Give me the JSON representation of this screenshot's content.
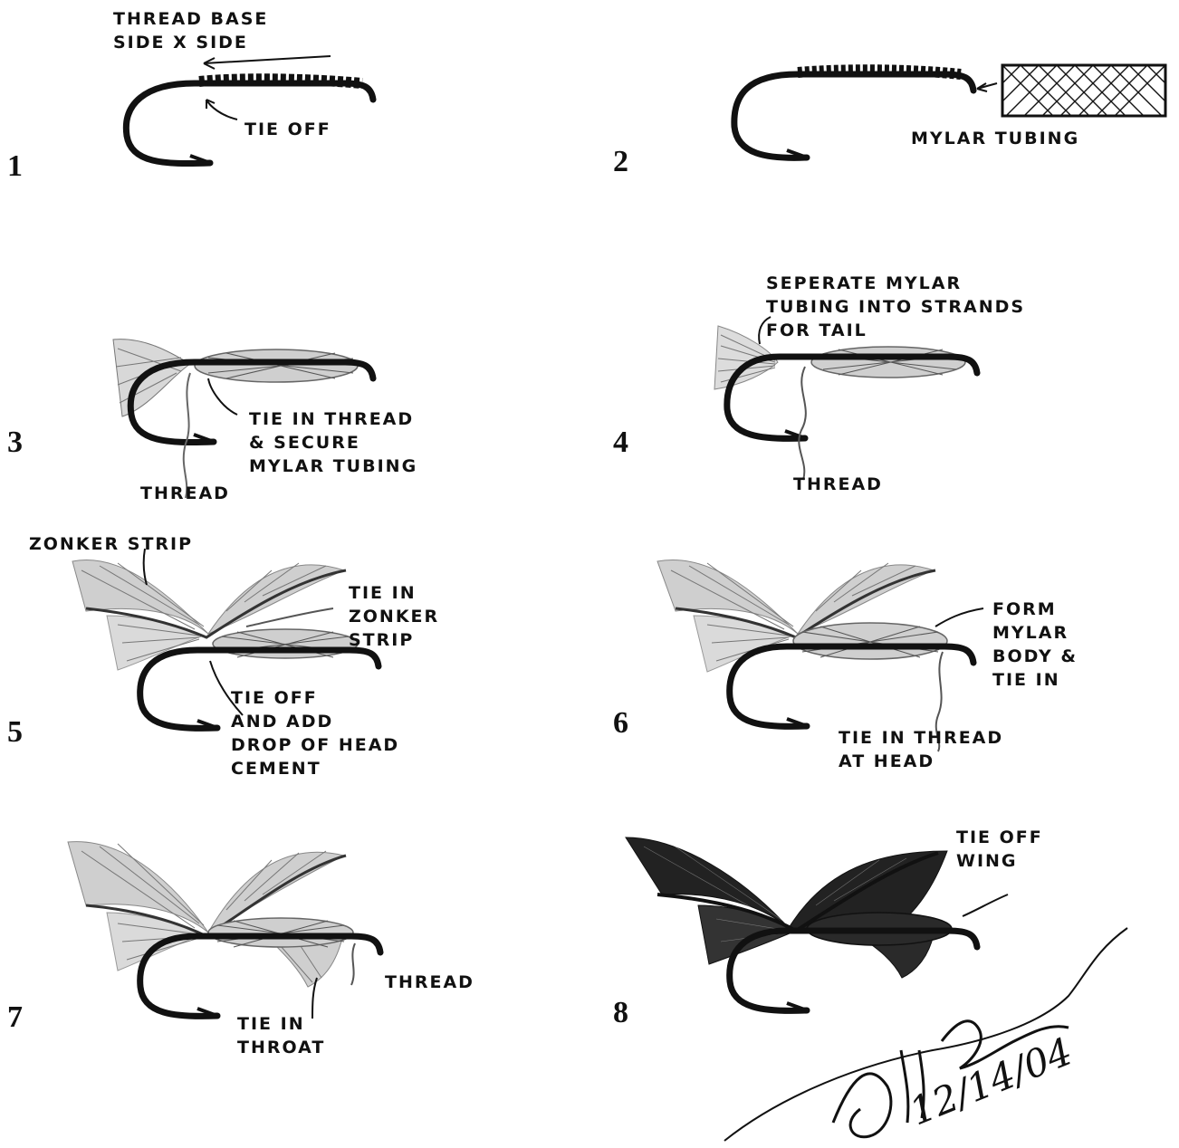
{
  "steps": [
    {
      "number": "1",
      "labels": [
        "THREAD BASE\nSIDE X SIDE",
        "TIE OFF"
      ]
    },
    {
      "number": "2",
      "labels": [
        "MYLAR TUBING"
      ]
    },
    {
      "number": "3",
      "labels": [
        "TIE IN THREAD\n& SECURE\nMYLAR TUBING",
        "THREAD"
      ]
    },
    {
      "number": "4",
      "labels": [
        "SEPERATE MYLAR\nTUBING INTO STRANDS\nFOR TAIL",
        "THREAD"
      ]
    },
    {
      "number": "5",
      "labels": [
        "ZONKER STRIP",
        "TIE IN\nZONKER\nSTRIP",
        "TIE OFF\nAND ADD\nDROP OF HEAD\nCEMENT"
      ]
    },
    {
      "number": "6",
      "labels": [
        "FORM\nMYLAR\nBODY &\nTIE IN",
        "TIE IN THREAD\nAT HEAD"
      ]
    },
    {
      "number": "7",
      "labels": [
        "THREAD",
        "TIE IN\nTHROAT"
      ]
    },
    {
      "number": "8",
      "labels": [
        "TIE OFF\nWING"
      ]
    }
  ],
  "signature": {
    "date": "12/14/04"
  },
  "colors": {
    "ink": "#111111",
    "pencil": "#8a8a8a",
    "mylar": "#9a9a9a"
  }
}
